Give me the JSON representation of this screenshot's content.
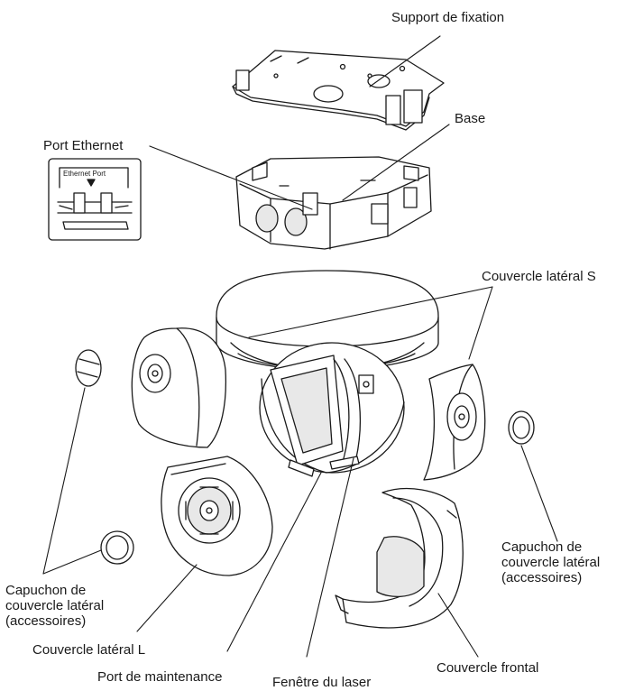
{
  "labels": {
    "support": "Support de fixation",
    "base": "Base",
    "ethernet": "Port Ethernet",
    "cover_s": "Couvercle latéral S",
    "cap_left": [
      "Capuchon de",
      "couvercle latéral",
      "(accessoires)"
    ],
    "cap_right": [
      "Capuchon de",
      "couvercle latéral",
      "(accessoires)"
    ],
    "cover_l": "Couvercle latéral L",
    "maintenance": "Port de maintenance",
    "laser": "Fenêtre du laser",
    "front": "Couvercle frontal"
  },
  "inset": {
    "text": "Ethernet Port"
  },
  "colors": {
    "line": "#1a1a1a",
    "fill": "#ffffff",
    "shade": "#e8e8e8"
  }
}
